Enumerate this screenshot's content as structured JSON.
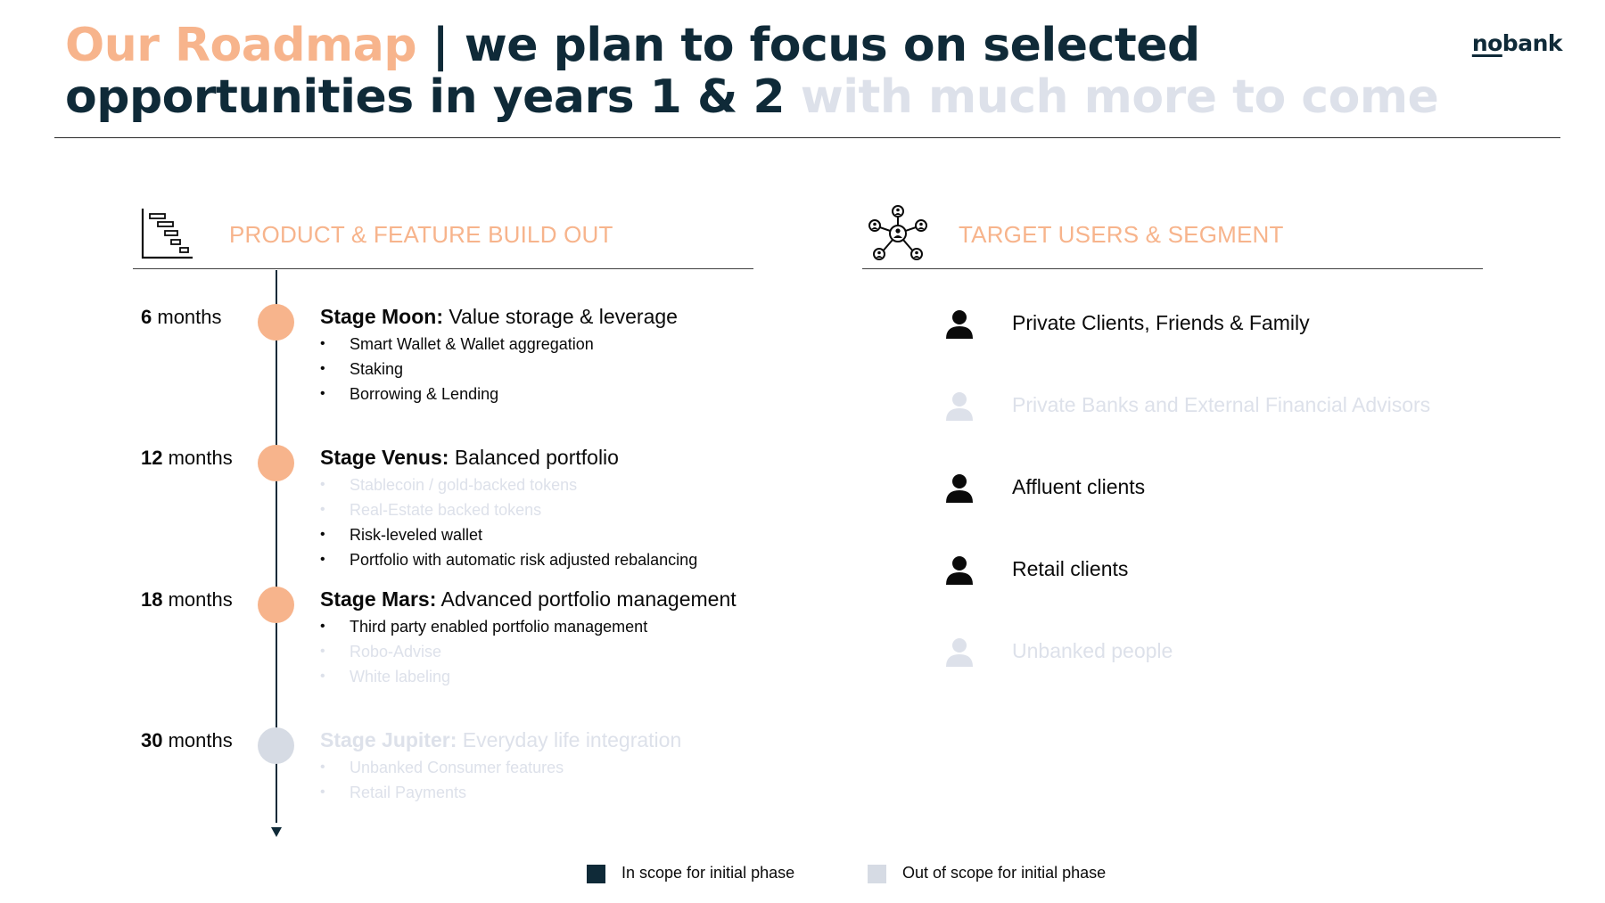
{
  "header": {
    "title_accent": "Our Roadmap",
    "title_main": " | we plan to focus on selected opportunities in years 1 & 2 ",
    "title_muted": "with much more to come",
    "logo_no": "no",
    "logo_bank": "bank"
  },
  "colors": {
    "accent": "#f7b48c",
    "dark": "#0f2a38",
    "muted": "#dde1ea",
    "in_scope": "#0f2a38",
    "out_of_scope": "#d6dbe4"
  },
  "product": {
    "section_title": "PRODUCT & FEATURE BUILD OUT",
    "icon": "gantt-chart-icon",
    "stages": [
      {
        "months_num": "6",
        "months_unit": " months",
        "in_scope": true,
        "name": "Stage Moon:",
        "desc": " Value storage & leverage",
        "items": [
          {
            "text": "Smart Wallet & Wallet aggregation",
            "in_scope": true
          },
          {
            "text": "Staking",
            "in_scope": true
          },
          {
            "text": "Borrowing & Lending",
            "in_scope": true
          }
        ]
      },
      {
        "months_num": "12",
        "months_unit": " months",
        "in_scope": true,
        "name": "Stage Venus:",
        "desc": " Balanced portfolio",
        "items": [
          {
            "text": "Stablecoin / gold-backed tokens",
            "in_scope": false
          },
          {
            "text": "Real-Estate backed tokens",
            "in_scope": false
          },
          {
            "text": "Risk-leveled wallet",
            "in_scope": true
          },
          {
            "text": "Portfolio with automatic risk adjusted rebalancing",
            "in_scope": true
          }
        ]
      },
      {
        "months_num": "18",
        "months_unit": " months",
        "in_scope": true,
        "name": "Stage Mars:",
        "desc": " Advanced portfolio management",
        "items": [
          {
            "text": "Third party enabled portfolio management",
            "in_scope": true
          },
          {
            "text": "Robo-Advise",
            "in_scope": false
          },
          {
            "text": "White labeling",
            "in_scope": false
          }
        ]
      },
      {
        "months_num": "30",
        "months_unit": " months",
        "in_scope": false,
        "name": "Stage Jupiter:",
        "desc": " Everyday life integration",
        "items": [
          {
            "text": "Unbanked Consumer features",
            "in_scope": false
          },
          {
            "text": "Retail Payments",
            "in_scope": false
          }
        ]
      }
    ]
  },
  "users": {
    "section_title": "TARGET USERS & SEGMENT",
    "icon": "network-users-icon",
    "segments": [
      {
        "label": "Private Clients, Friends & Family",
        "in_scope": true,
        "icon": "person-icon"
      },
      {
        "label": "Private Banks and External Financial Advisors",
        "in_scope": false,
        "icon": "person-icon"
      },
      {
        "label": "Affluent clients",
        "in_scope": true,
        "icon": "person-icon"
      },
      {
        "label": "Retail clients",
        "in_scope": true,
        "icon": "person-icon"
      },
      {
        "label": "Unbanked people",
        "in_scope": false,
        "icon": "person-icon"
      }
    ]
  },
  "legend": {
    "in_scope": "In scope for initial phase",
    "out_of_scope": "Out of scope for initial phase"
  }
}
